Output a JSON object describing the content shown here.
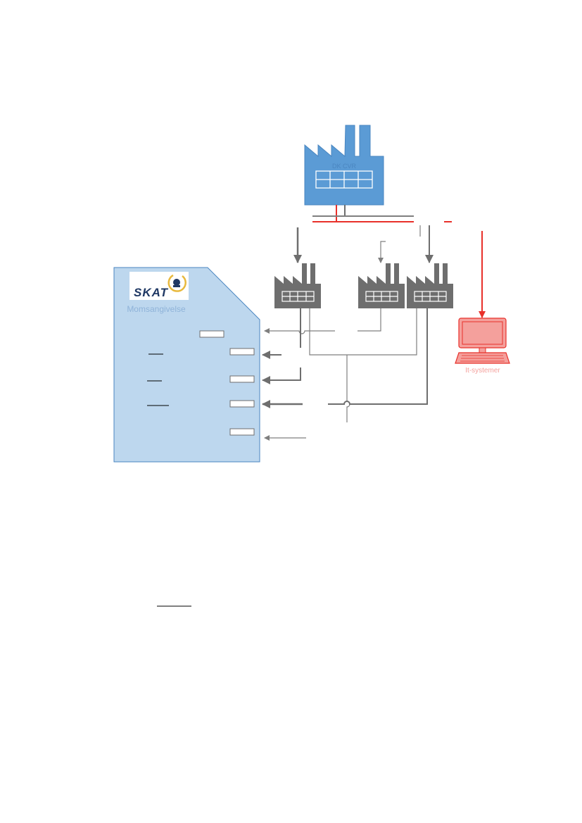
{
  "diagram": {
    "main_factory_label": "DK CVR",
    "form_logo_text": "SKAT",
    "form_title": "Momsangivelse",
    "computer_label": "It-systemer"
  },
  "colors": {
    "main_factory_fill": "#5b9bd5",
    "main_factory_border": "#4a86c0",
    "subsidiary_fill": "#6e6e6e",
    "form_fill": "#bdd7ee",
    "form_border": "#4a86c0",
    "connector_grey": "#7f7f7f",
    "connector_red": "#e8302a",
    "computer_fill": "#f4a09c",
    "computer_border": "#e8302a",
    "logo_gold": "#e8b93d",
    "logo_navy": "#1f3864"
  }
}
